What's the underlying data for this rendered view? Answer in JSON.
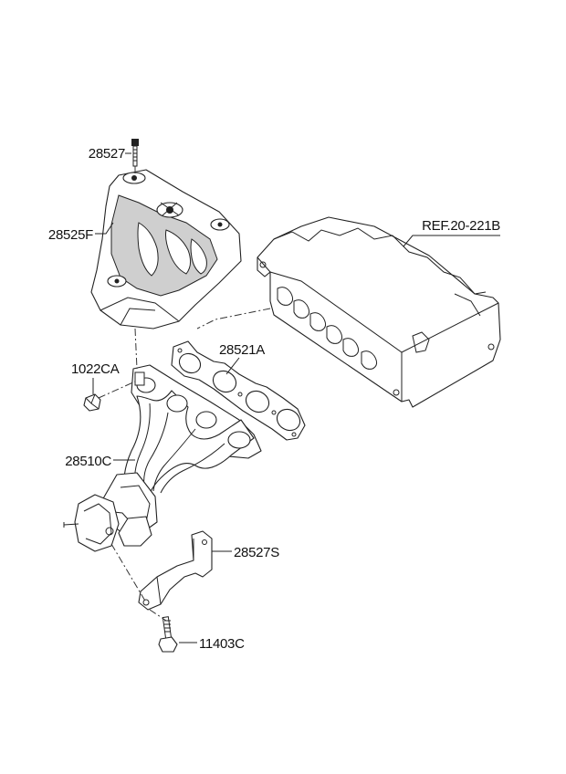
{
  "diagram": {
    "callouts": [
      {
        "id": "bolt-top",
        "text": "28527"
      },
      {
        "id": "heat-shield",
        "text": "28525F"
      },
      {
        "id": "head-ref",
        "text": "REF.20-221B"
      },
      {
        "id": "gasket",
        "text": "28521A"
      },
      {
        "id": "nut",
        "text": "1022CA"
      },
      {
        "id": "manifold",
        "text": "28510C"
      },
      {
        "id": "bracket",
        "text": "28527S"
      },
      {
        "id": "bolt-bottom",
        "text": "11403C"
      }
    ]
  }
}
